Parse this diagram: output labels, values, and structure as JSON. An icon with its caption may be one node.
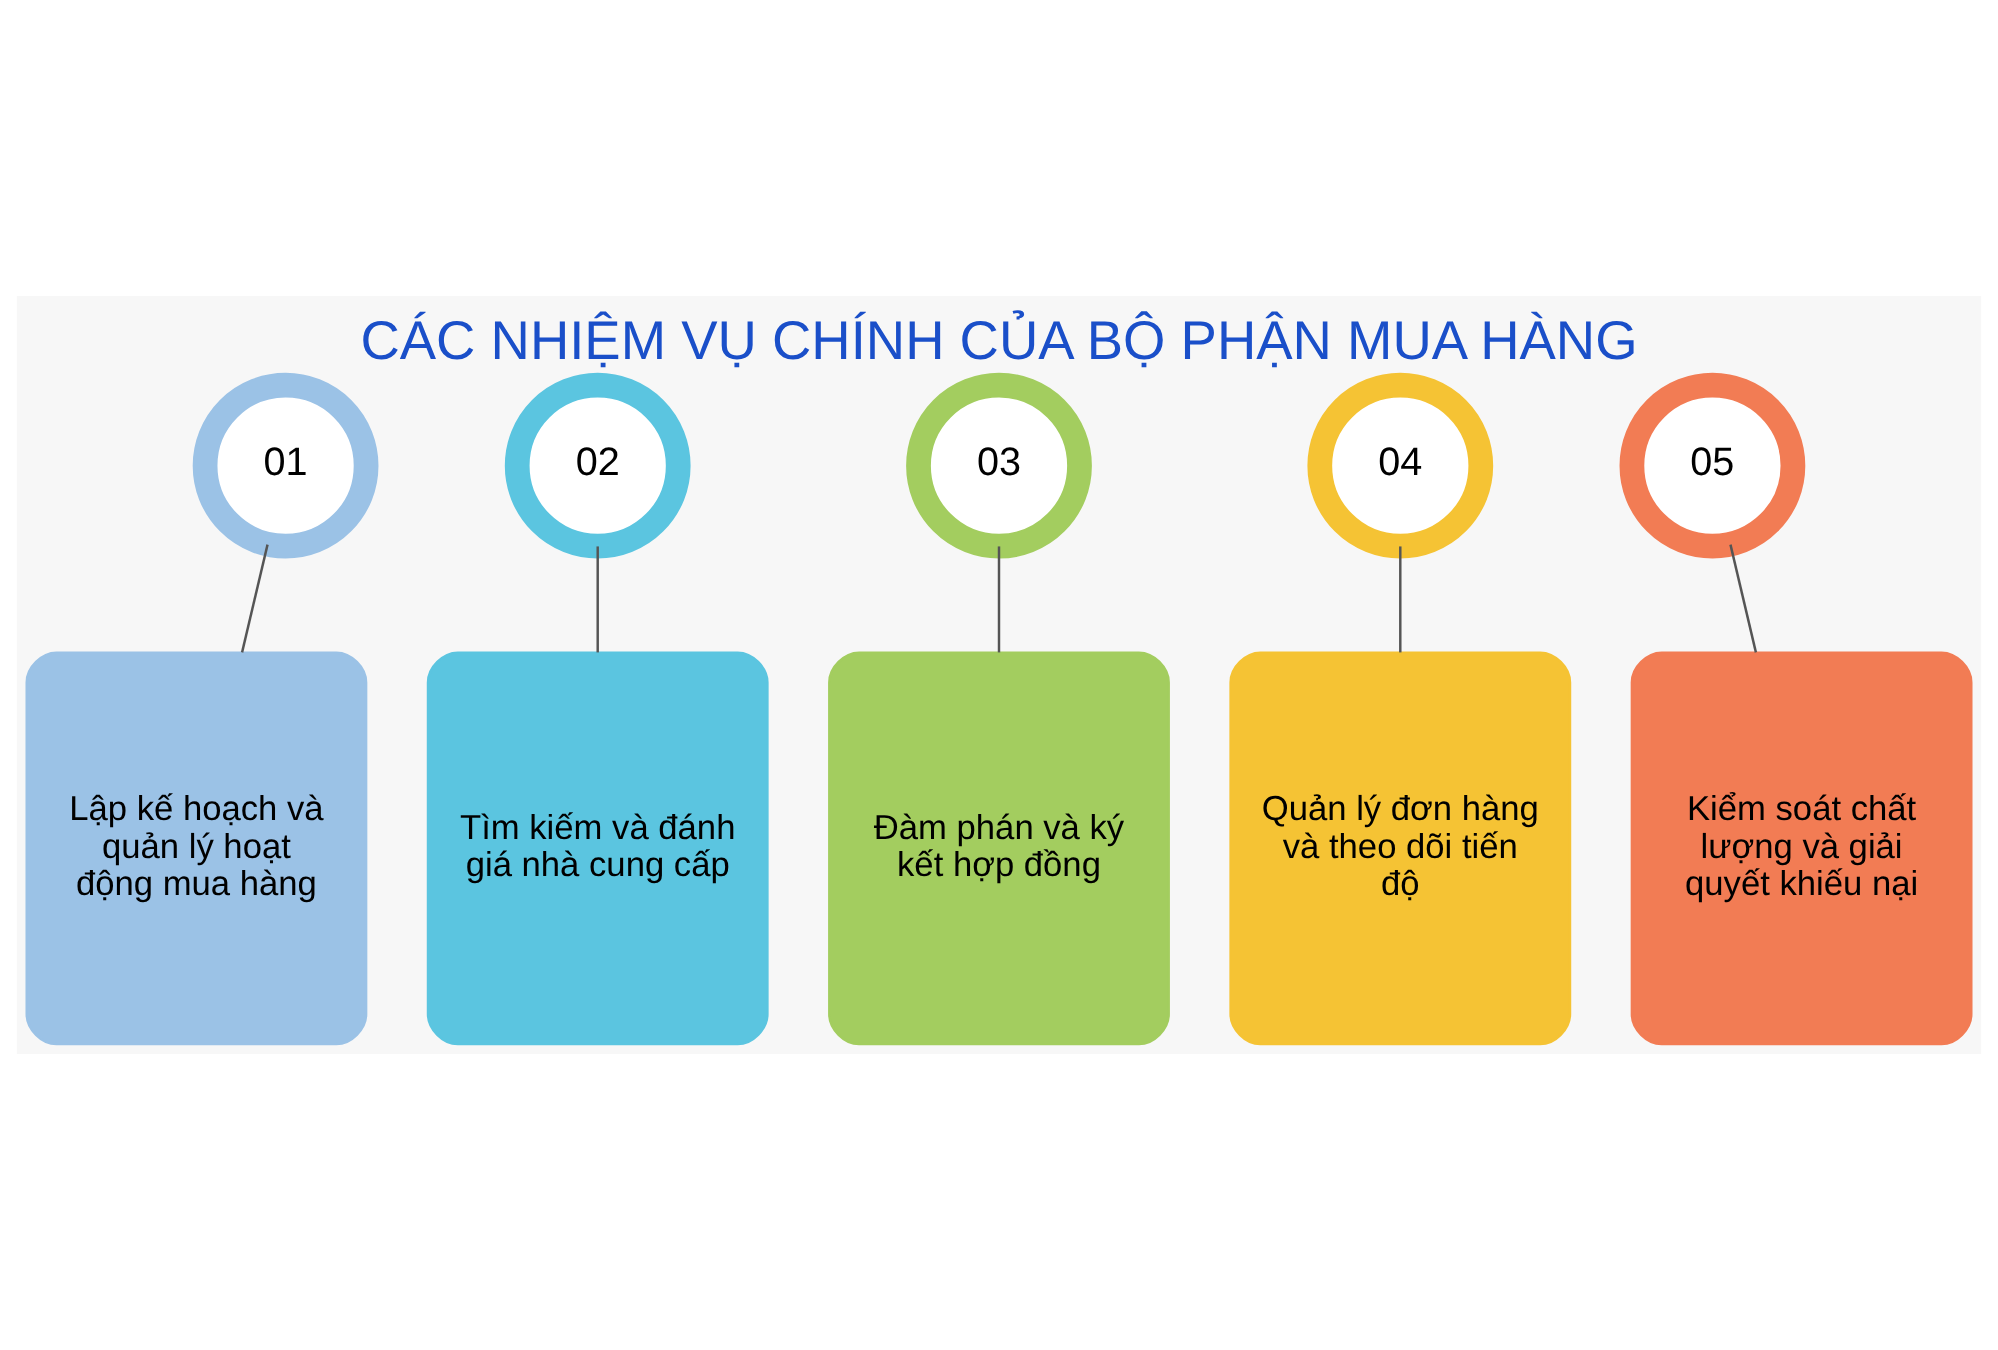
{
  "diagram": {
    "title": "CÁC NHIỆM VỤ CHÍNH CỦA BỘ PHẬN MUA HÀNG",
    "nodes": [
      {
        "text": [
          "01"
        ]
      },
      {
        "text": [
          "02"
        ]
      },
      {
        "text": [
          "03"
        ]
      },
      {
        "text": [
          "04"
        ]
      },
      {
        "text": [
          "05"
        ]
      },
      {
        "text": [
          "Lập kế hoạch và quản lý hoạt động mua hàng"
        ]
      },
      {
        "text": [
          "Tìm kiếm và đánh giá nhà cung cấp"
        ]
      },
      {
        "text": [
          "Đàm phán và ký kết hợp đồng"
        ]
      },
      {
        "text": [
          "Quản lý đơn hàng và theo dõi tiến độ"
        ]
      },
      {
        "text": [
          "Kiểm soát chất lượng và giải quyết khiếu nại"
        ]
      }
    ],
    "edges": [
      {
        "from": 0,
        "to": 5,
        "arrow": "none"
      },
      {
        "from": 1,
        "to": 6,
        "arrow": "none"
      },
      {
        "from": 2,
        "to": 7,
        "arrow": "none"
      },
      {
        "from": 3,
        "to": 8,
        "arrow": "none"
      },
      {
        "from": 4,
        "to": 9,
        "arrow": "none"
      }
    ]
  }
}
